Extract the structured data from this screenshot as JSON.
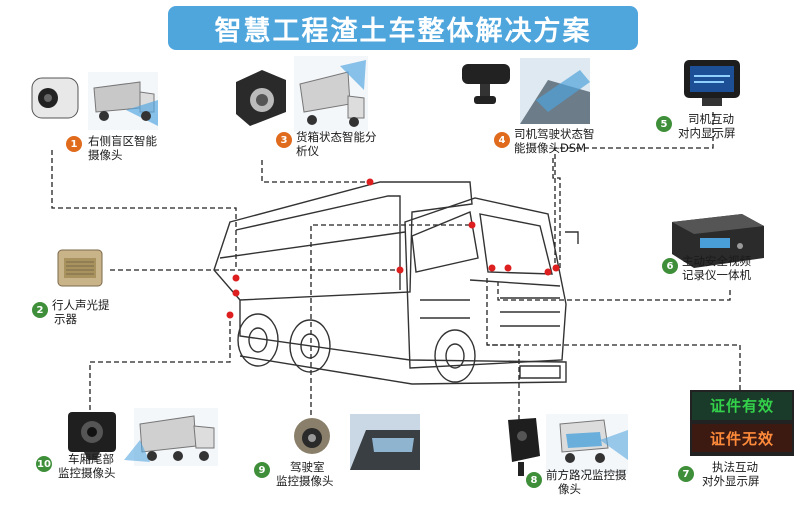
{
  "title": "智慧工程渣土车整体解决方案",
  "components": [
    {
      "num": "1",
      "label": "右侧盲区智能摄像头"
    },
    {
      "num": "2",
      "label": "行人声光提示器"
    },
    {
      "num": "3",
      "label": "货箱状态智能分析仪"
    },
    {
      "num": "4",
      "label": "司机驾驶状态智能摄像头DSM"
    },
    {
      "num": "5",
      "label": "司机互动对内显示屏"
    },
    {
      "num": "6",
      "label": "主动安全视频记录仪一体机"
    },
    {
      "num": "7",
      "label": "执法互动对外显示屏"
    },
    {
      "num": "8",
      "label": "前方路况监控摄像头"
    },
    {
      "num": "9",
      "label": "驾驶室监控摄像头"
    },
    {
      "num": "10",
      "label": "车厢尾部监控摄像头"
    }
  ],
  "label_lines": {
    "c1": [
      "右侧盲区智能",
      "摄像头"
    ],
    "c2": [
      "行人声光提",
      "示器"
    ],
    "c3": [
      "货箱状态智能分",
      "析仪"
    ],
    "c4": [
      "司机驾驶状态智",
      "能摄像头DSM"
    ],
    "c5": [
      "司机互动",
      "对内显示屏"
    ],
    "c6": [
      "主动安全视频",
      "记录仪一体机"
    ],
    "c7": [
      "执法互动",
      "对外显示屏"
    ],
    "c8": [
      "前方路况监控摄",
      "像头"
    ],
    "c9": [
      "驾驶室",
      "监控摄像头"
    ],
    "c10": [
      "车厢尾部",
      "监控摄像头"
    ]
  },
  "sign": {
    "line1": "证件有效",
    "line2": "证件无效"
  },
  "colors": {
    "title_bg": "#4fa6dd",
    "orange_badge": "#e06b1d",
    "green_badge": "#3f8f3a",
    "sensor_dot": "#dd1f1f",
    "sign_green": "#34d14a",
    "sign_red": "#ff8a3a"
  }
}
